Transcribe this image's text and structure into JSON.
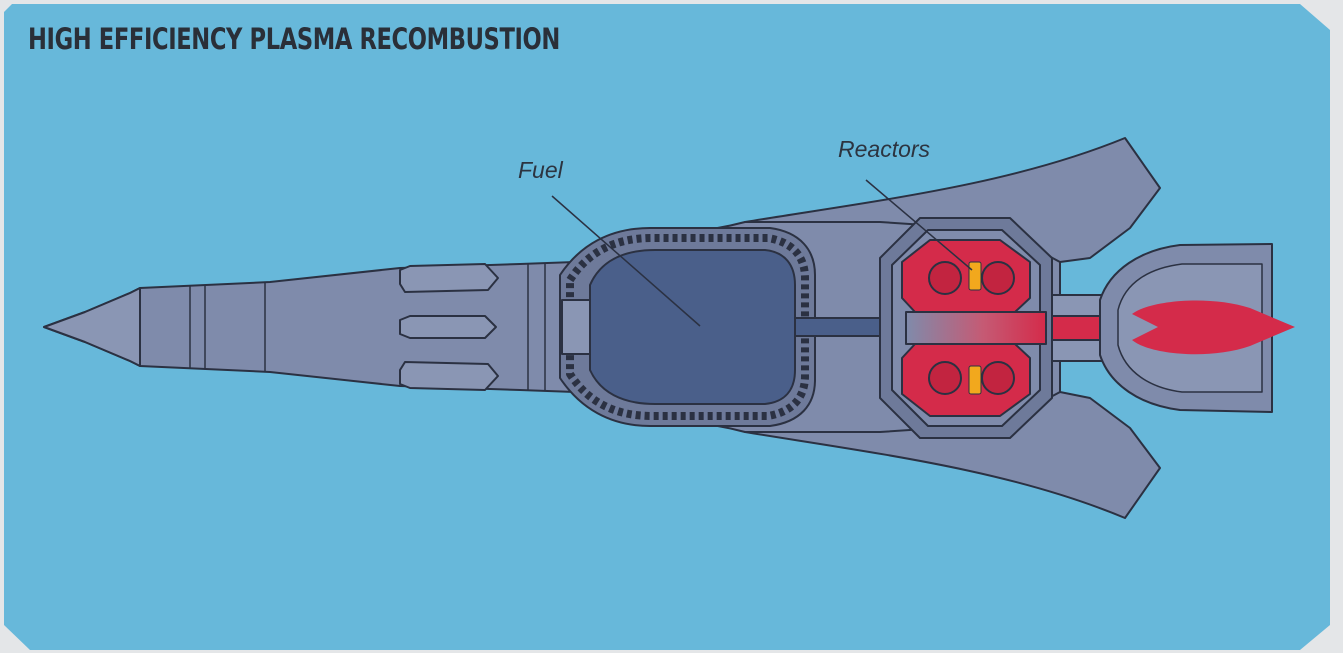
{
  "title": "HIGH EFFICIENCY PLASMA RECOMBUSTION",
  "labels": {
    "fuel": "Fuel",
    "reactors": "Reactors"
  },
  "colors": {
    "background": "#67b8da",
    "hull": "#7f8bab",
    "hull_dark": "#5f6a88",
    "fuel_tank": "#4a5f8a",
    "reactor": "#d42b4a",
    "core": "#f2a81d",
    "outline": "#2b3142"
  }
}
